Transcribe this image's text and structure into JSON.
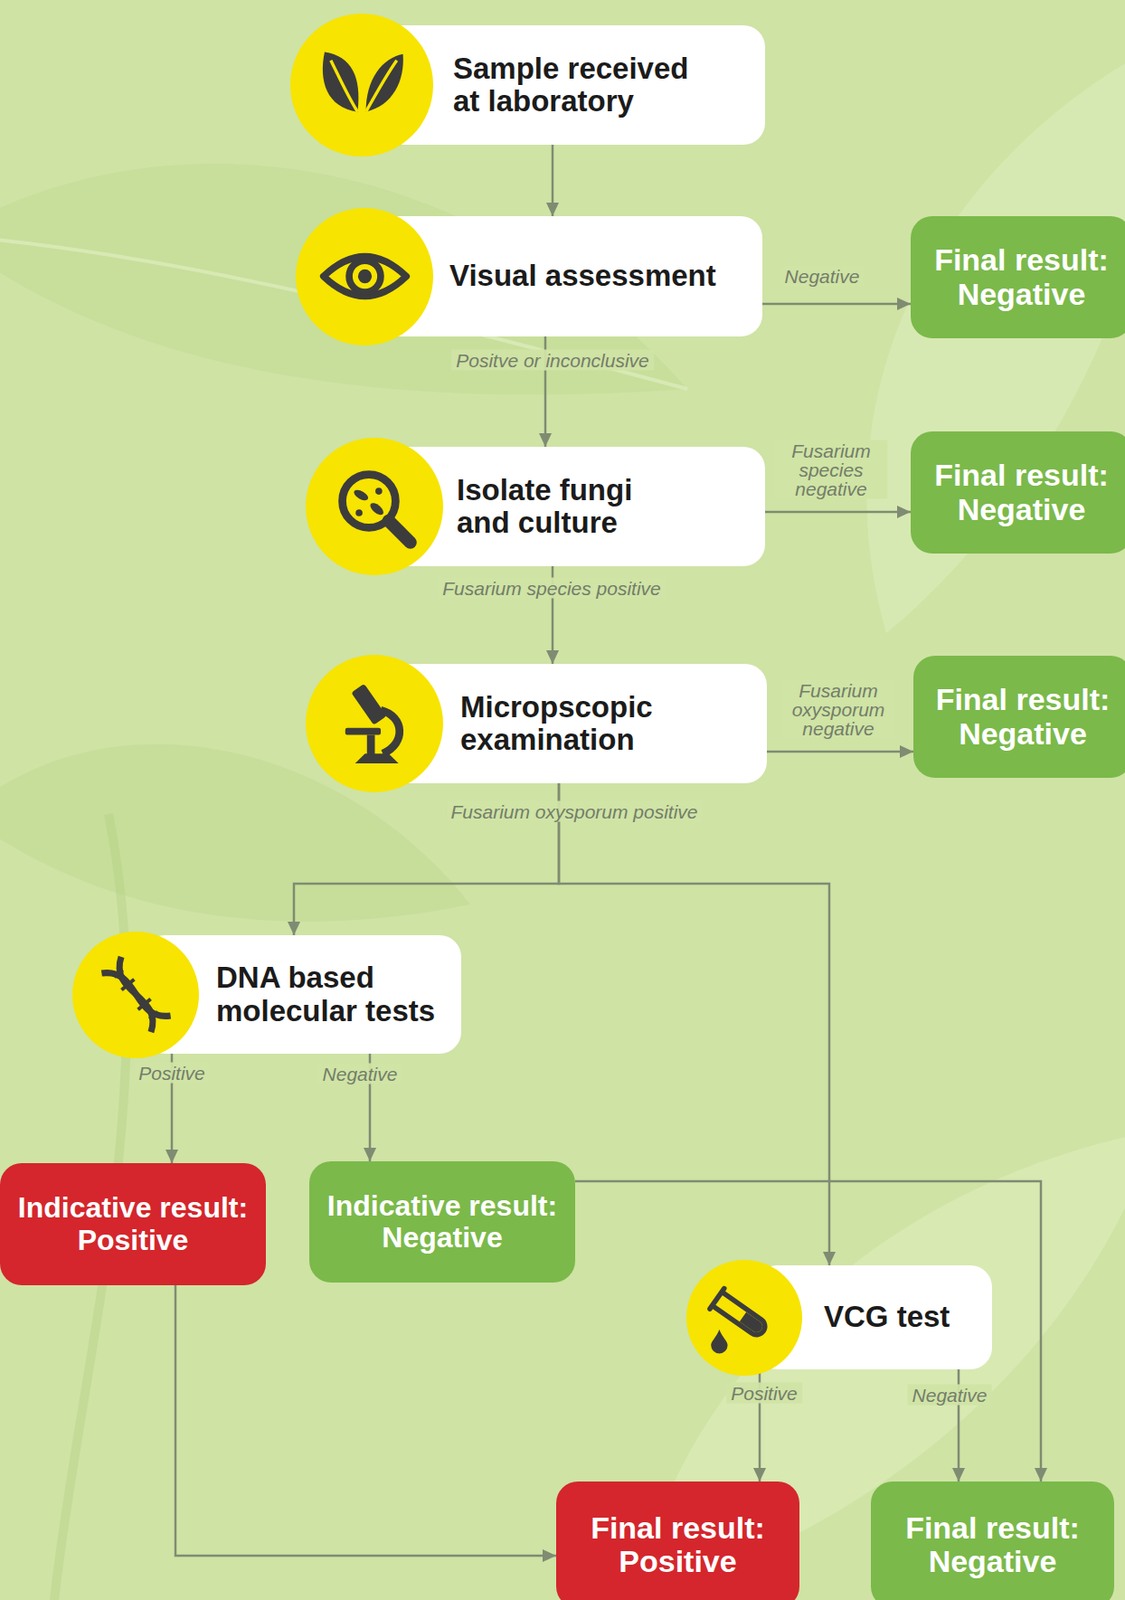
{
  "diagram": {
    "nodes": [
      {
        "text": [
          "Sample received at laboratory"
        ]
      },
      {
        "text": [
          "Visual assessment"
        ]
      },
      {
        "text": [
          "Final result: Negative"
        ]
      },
      {
        "text": [
          "Isolate fungi and culture"
        ]
      },
      {
        "text": [
          "Final result: Negative"
        ]
      },
      {
        "text": [
          "Micropscopic examination"
        ]
      },
      {
        "text": [
          "Final result: Negative"
        ]
      },
      {
        "text": [
          "DNA based molecular tests"
        ]
      },
      {
        "text": [
          "Indicative result: Positive"
        ]
      },
      {
        "text": [
          "Indicative result: Negative"
        ]
      },
      {
        "text": [
          "VCG test"
        ]
      },
      {
        "text": [
          "Final result: Positive"
        ]
      },
      {
        "text": [
          "Final result: Negative"
        ]
      }
    ],
    "edges": [
      {
        "from": 0,
        "to": 1,
        "arrow": "to"
      },
      {
        "from": 1,
        "to": 2,
        "label": "Negative",
        "arrow": "to"
      },
      {
        "from": 1,
        "to": 3,
        "label": "Positve or inconclusive",
        "arrow": "to"
      },
      {
        "from": 3,
        "to": 4,
        "label": "Fusarium species negative",
        "arrow": "to"
      },
      {
        "from": 3,
        "to": 5,
        "label": "Fusarium species positive",
        "arrow": "to"
      },
      {
        "from": 5,
        "to": 6,
        "label": "Fusarium oxysporum negative",
        "arrow": "to"
      },
      {
        "from": 5,
        "to": 7,
        "label": "Fusarium oxysporum positive",
        "arrow": "to"
      },
      {
        "from": 5,
        "to": 10,
        "arrow": "to"
      },
      {
        "from": 7,
        "to": 8,
        "label": "Positive",
        "arrow": "to"
      },
      {
        "from": 7,
        "to": 9,
        "label": "Negative",
        "arrow": "to"
      },
      {
        "from": 8,
        "to": 11,
        "arrow": "to"
      },
      {
        "from": 9,
        "to": 12,
        "arrow": "to"
      },
      {
        "from": 10,
        "to": 11,
        "label": "Positive",
        "arrow": "to"
      },
      {
        "from": 10,
        "to": 12,
        "label": "Negative",
        "arrow": "to"
      }
    ]
  }
}
